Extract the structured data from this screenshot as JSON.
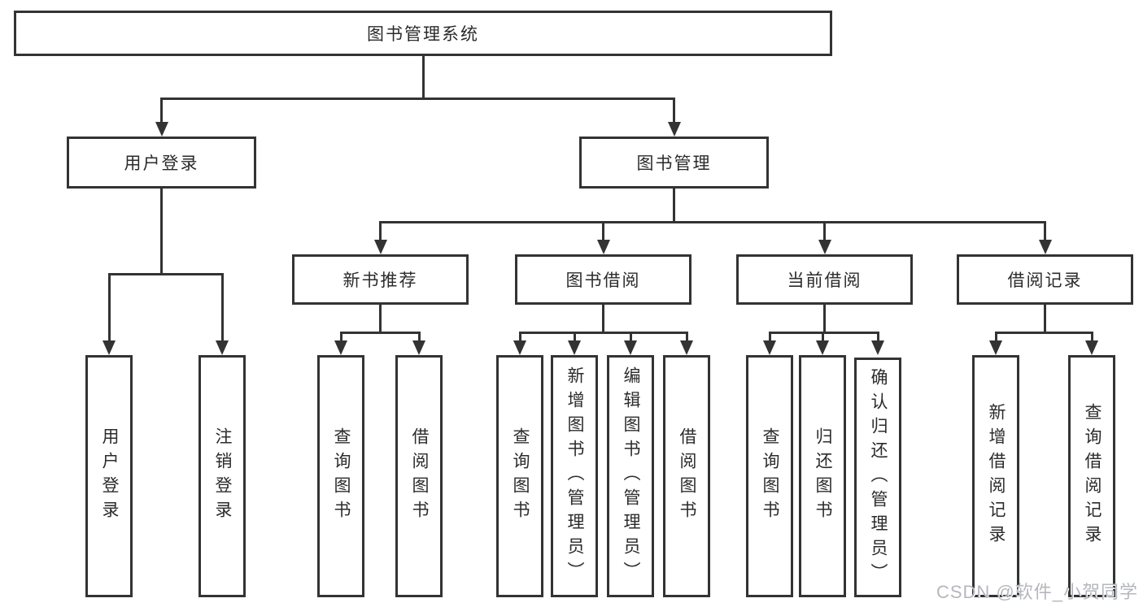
{
  "title_box": {
    "label": "图书管理系统"
  },
  "level2": {
    "user_login": {
      "label": "用户登录"
    },
    "book_management": {
      "label": "图书管理"
    }
  },
  "level3": {
    "new_book_recommend": {
      "label": "新书推荐"
    },
    "book_borrowing": {
      "label": "图书借阅"
    },
    "current_borrowing": {
      "label": "当前借阅"
    },
    "borrowing_records": {
      "label": "借阅记录"
    }
  },
  "leaves": {
    "user_login": [
      "用户登录",
      "注销登录"
    ],
    "new_book_recommend": [
      "查询图书",
      "借阅图书"
    ],
    "book_borrowing": [
      "查询图书",
      "新增图书（管理员）",
      "编辑图书（管理员）",
      "借阅图书"
    ],
    "current_borrowing": [
      "查询图书",
      "归还图书",
      "确认归还（管理员）"
    ],
    "borrowing_records": [
      "新增借阅记录",
      "查询借阅记录"
    ]
  },
  "watermark": {
    "text": "CSDN @软件_小贺同学"
  },
  "colors": {
    "line": "#333333",
    "border": "#333333",
    "text": "#2b2b2b",
    "watermark": "#b4b7bc",
    "background": "#ffffff"
  }
}
